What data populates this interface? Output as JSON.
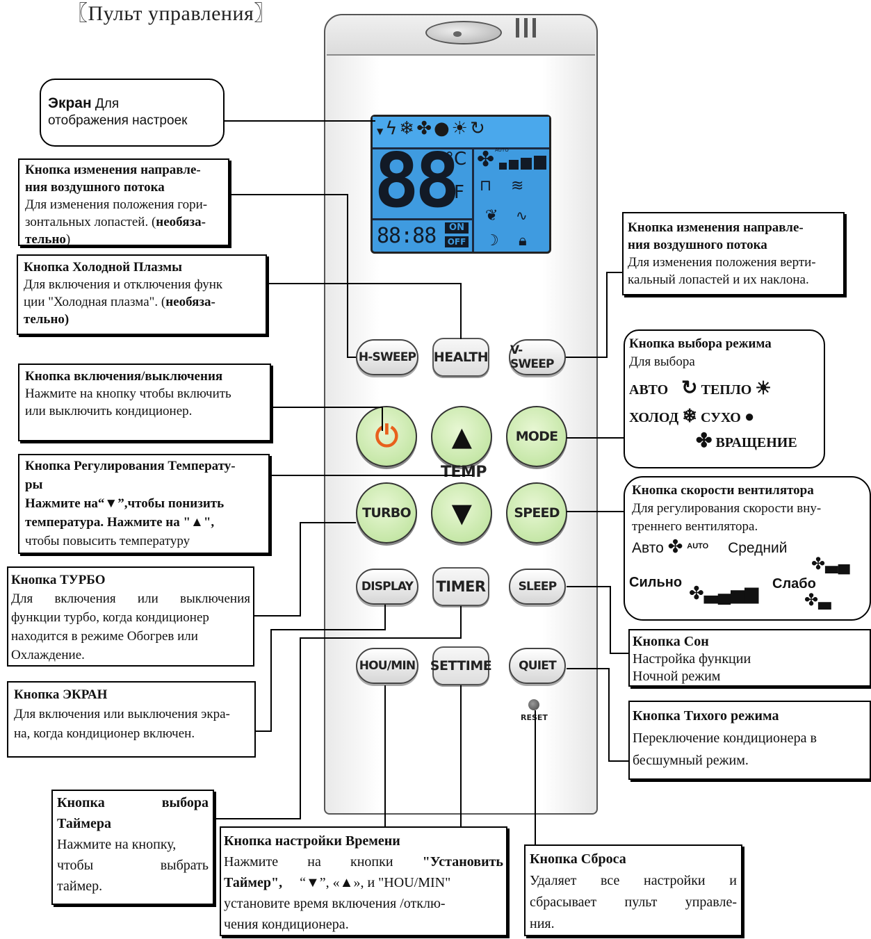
{
  "header": {
    "title": "〖Пульт управления〗"
  },
  "remote": {
    "buttons": {
      "h_sweep": "H-SWEEP",
      "health": "HEALTH",
      "v_sweep": "V-SWEEP",
      "mode": "MODE",
      "temp": "TEMP",
      "turbo": "TURBO",
      "speed": "SPEED",
      "display": "DISPLAY",
      "timer": "TIMER",
      "sleep": "SLEEP",
      "hou_min": "HOU/MIN",
      "settime": "SETTIME",
      "quiet": "QUIET",
      "reset": "RESET"
    },
    "lcd": {
      "temp_digits": "88",
      "unit_c": "°C",
      "unit_f": "°F",
      "time": "88:88",
      "on": "ON",
      "off": "OFF",
      "auto": "AUTO"
    }
  },
  "callouts": {
    "screen": {
      "title": "Экран",
      "text1": " Для",
      "text2": "отображения настроек"
    },
    "h_sweep": {
      "title": "Кнопка изменения направле-",
      "title2": "ния воздушного потока",
      "text1": "Для изменения положения гори-",
      "text2": "зонтальных лопастей. (",
      "bold": "необяза-",
      "text3a": "тельно",
      "text3b": ")"
    },
    "health": {
      "title": "Кнопка Холодной Плазмы",
      "text1": "Для включения и отключения функ",
      "text2": "ции \"Холодная плазма\". (",
      "bold": "необяза-",
      "bold2": "тельно)"
    },
    "v_sweep": {
      "title": "Кнопка изменения направле-",
      "title2": "ния воздушного потока",
      "text1": "Для изменения положения верти-",
      "text2": "кальный лопастей и их наклона."
    },
    "power": {
      "title": "Кнопка включения/выключения",
      "text1": "Нажмите на кнопку чтобы включить",
      "text2": "или выключить кондиционер."
    },
    "mode": {
      "title": "Кнопка выбора режима",
      "text1": "Для выбора",
      "auto": "АВТО",
      "heat": "ТЕПЛО",
      "cool": "ХОЛОД",
      "dry": "СУХО",
      "fan": "ВРАЩЕНИЕ"
    },
    "temp": {
      "title": "Кнопка Регулирования Температу-",
      "title2": "ры",
      "text1": "Нажмите на“▼”,чтобы понизить",
      "text2": "температура. Нажмите на  \"▲\",",
      "text3": "чтобы повысить температуру"
    },
    "speed": {
      "title": "Кнопка скорости вентилятора",
      "text1": "Для регулирования скорости вну-",
      "text2": "треннего вентилятора.",
      "auto": "Авто",
      "auto_tag": "AUTO",
      "mid": "Средний",
      "high": "Сильно",
      "low": "Слабо"
    },
    "turbo": {
      "title": "Кнопка ТУРБО",
      "text1": "Для включения или выключения",
      "text2": "функции турбо, когда кондиционер",
      "text3": "находится в режиме Обогрев или",
      "text4": "Охлаждение."
    },
    "sleep": {
      "title": "Кнопка Сон",
      "text1": "Настройка функции",
      "text2": "Ночной режим"
    },
    "display": {
      "title": "Кнопка ЭКРАН",
      "text1": "Для включения или выключения экра-",
      "text2": "на, когда кондиционер включен."
    },
    "quiet": {
      "title": "Кнопка Тихого режима",
      "text1": "Переключение кондиционера в",
      "text2": "бесшумный режим."
    },
    "timer": {
      "title": "Кнопка выбора",
      "title2": "Таймера",
      "text1": "Нажмите на кнопку,",
      "text2": "чтобы выбрать",
      "text3": "таймер."
    },
    "settime": {
      "title": "Кнопка настройки Времени",
      "text1": "Нажмите на кнопки ",
      "bold1": "\"Установить",
      "bold2": "Таймер\",",
      "text2": "“▼”, «▲», и \"HOU/MIN\"",
      "text3": "установите время включения /отклю-",
      "text4": "чения кондиционера."
    },
    "reset": {
      "title": "Кнопка Сброса",
      "text1": "Удаляет все настройки и",
      "text2": "сбрасывает пульт управле-",
      "text3": "ния."
    }
  },
  "colors": {
    "lcd_blue": "#3f9be0",
    "button_green": "#c6e7a8",
    "power_icon": "#e8601c"
  }
}
